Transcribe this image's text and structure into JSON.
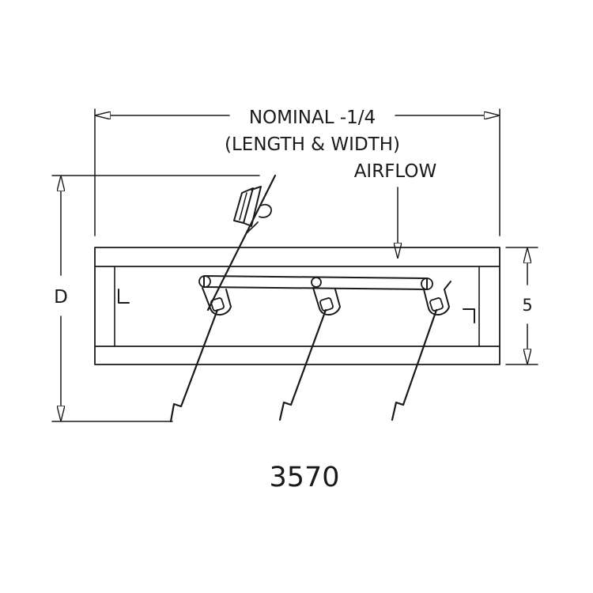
{
  "labels": {
    "nominal_line1": "NOMINAL -1/4",
    "nominal_line2": "(LENGTH & WIDTH)",
    "airflow": "AIRFLOW",
    "depth": "D",
    "height": "5",
    "model": "3570"
  },
  "colors": {
    "ink": "#1a1a1a",
    "background": "#ffffff"
  }
}
